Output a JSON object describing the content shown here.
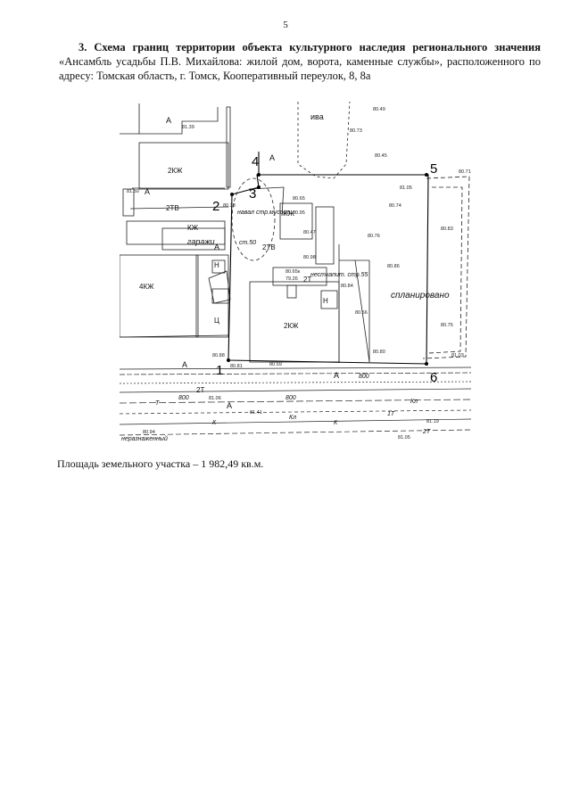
{
  "page": {
    "number": "5"
  },
  "heading": {
    "number": "3.",
    "title_bold": "Схема границ территории объекта культурного наследия регионального значения",
    "title_rest": "«Ансамбль усадьбы П.В. Михайлова: жилой дом, ворота, каменные службы», расположенного по адресу: Томская область, г. Томск, Кооперативный переулок, 8, 8а"
  },
  "map": {
    "boundary_points": [
      "1",
      "2",
      "3",
      "4",
      "5",
      "6"
    ],
    "building_labels": [
      "2КЖ",
      "2КЖ",
      "4КЖ",
      "2ТВ",
      "2ТВ",
      "2Т",
      "2Т",
      "КЖ",
      "КЖ",
      "Ц",
      "Н",
      "Н"
    ],
    "area_labels": [
      "А",
      "А",
      "А",
      "А",
      "А",
      "А",
      "А",
      "ива"
    ],
    "annotations": [
      "гаражи",
      "навал стр.мусора",
      "спланировано",
      "ст.50",
      "несткапит. стр.55",
      "Кл",
      "Кл",
      "К",
      "К",
      "Т",
      "800",
      "800",
      "800",
      "1Т",
      "2Т",
      "неразнаженный"
    ],
    "elevations": [
      "81.39",
      "81.30",
      "80.38",
      "80.49",
      "80.73",
      "80.45",
      "81.05",
      "80.71",
      "80.74",
      "80.95",
      "80.76",
      "80.47",
      "80.98",
      "80.86",
      "80.83",
      "80.65",
      "80.65к",
      "79.26",
      "80.56",
      "80.84",
      "80.80",
      "80.75",
      "80.88",
      "80.81",
      "80.59",
      "81.03",
      "81.41",
      "81.06",
      "81.19",
      "80.94",
      "81.05"
    ]
  },
  "footer": {
    "area_text": "Площадь земельного участка – 1 982,49 кв.м."
  }
}
